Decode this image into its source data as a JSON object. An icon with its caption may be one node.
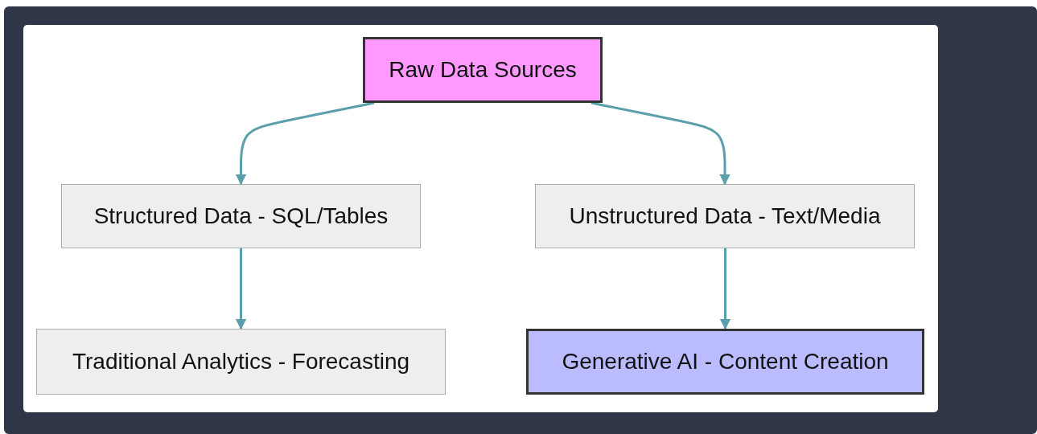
{
  "diagram": {
    "nodes": [
      {
        "text": [
          "Raw Data Sources"
        ]
      },
      {
        "text": [
          "Structured Data - SQL/Tables"
        ]
      },
      {
        "text": [
          "Unstructured Data - Text/Media"
        ]
      },
      {
        "text": [
          "Traditional Analytics - Forecasting"
        ]
      },
      {
        "text": [
          "Generative AI - Content Creation"
        ]
      }
    ],
    "edges": [
      {
        "from": 0,
        "to": 1,
        "arrow": "to"
      },
      {
        "from": 0,
        "to": 2,
        "arrow": "to"
      },
      {
        "from": 1,
        "to": 3,
        "arrow": "to"
      },
      {
        "from": 2,
        "to": 4,
        "arrow": "to"
      }
    ]
  }
}
